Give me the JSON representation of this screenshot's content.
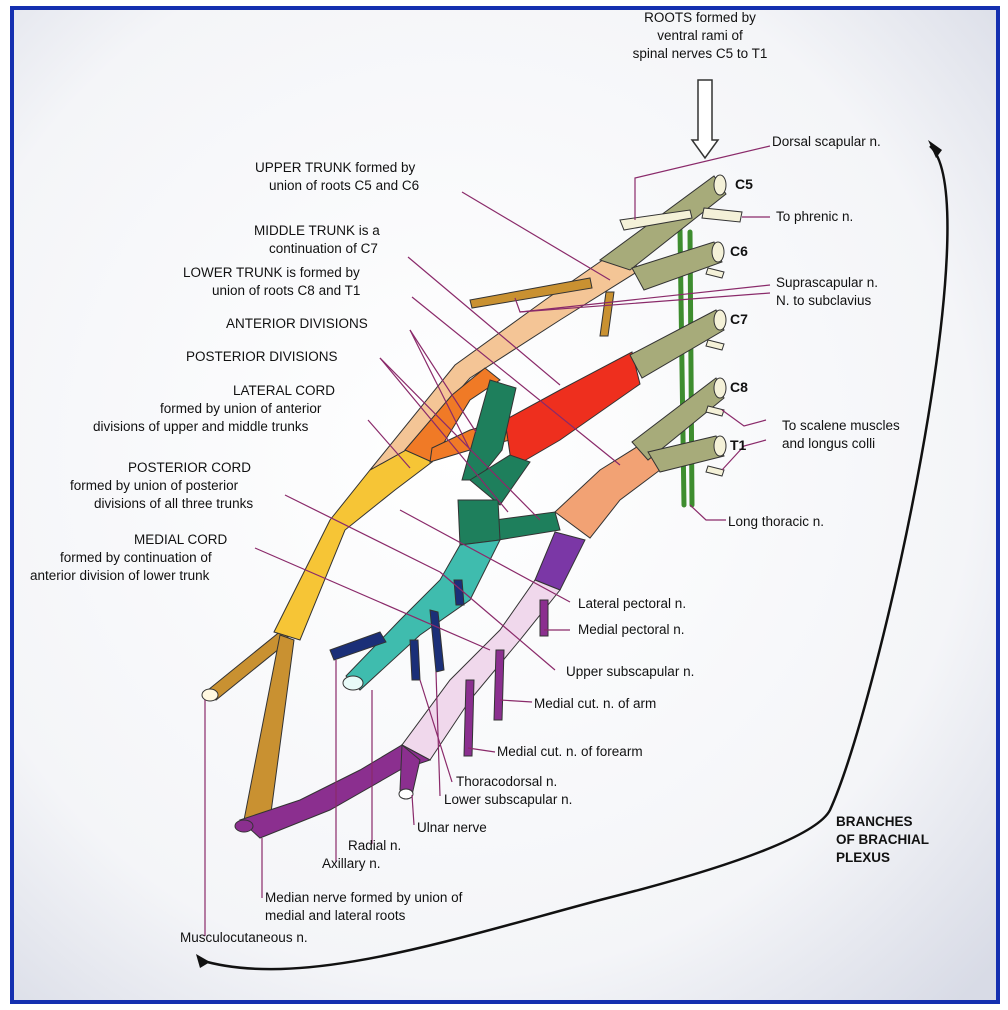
{
  "labels": {
    "roots": [
      "ROOTS formed by",
      "ventral rami of",
      "spinal nerves C5 to T1"
    ],
    "dorsal_scapular": "Dorsal scapular n.",
    "c5": "C5",
    "c6": "C6",
    "c7": "C7",
    "c8": "C8",
    "t1": "T1",
    "to_phrenic": "To phrenic n.",
    "suprascapular": "Suprascapular n.",
    "n_subclavius": "N. to subclavius",
    "scalene": [
      "To scalene muscles",
      "and longus colli"
    ],
    "long_thoracic": "Long thoracic n.",
    "upper_trunk": [
      "UPPER TRUNK formed by",
      "union of roots C5 and C6"
    ],
    "middle_trunk": [
      "MIDDLE TRUNK is a",
      "continuation of C7"
    ],
    "lower_trunk": [
      "LOWER TRUNK is formed by",
      "union of roots C8 and T1"
    ],
    "anterior_divisions": "ANTERIOR DIVISIONS",
    "posterior_divisions": "POSTERIOR DIVISIONS",
    "lateral_cord": [
      "LATERAL CORD",
      "formed by union of anterior",
      "divisions of upper and middle trunks"
    ],
    "posterior_cord": [
      "POSTERIOR CORD",
      "formed by union of posterior",
      "divisions of all three trunks"
    ],
    "medial_cord": [
      "MEDIAL CORD",
      "formed by continuation of",
      "anterior division of lower trunk"
    ],
    "lateral_pectoral": "Lateral pectoral n.",
    "medial_pectoral": "Medial pectoral n.",
    "upper_subscapular": "Upper subscapular n.",
    "medial_cut_arm": "Medial cut. n. of arm",
    "medial_cut_forearm": "Medial cut. n. of forearm",
    "thoracodorsal": "Thoracodorsal n.",
    "lower_subscapular": "Lower subscapular n.",
    "ulnar": "Ulnar nerve",
    "radial": "Radial n.",
    "axillary": "Axillary n.",
    "median": [
      "Median nerve formed by union of",
      "medial and lateral roots"
    ],
    "musculocutaneous": "Musculocutaneous n.",
    "branches": [
      "BRANCHES",
      "OF BRACHIAL",
      "PLEXUS"
    ]
  },
  "colors": {
    "root": "#a7ab7a",
    "upper_trunk": "#f4c596",
    "middle_trunk": "#ee2f1e",
    "lower_trunk": "#f2a274",
    "anterior_division": "#f07a26",
    "posterior_division": "#1e7f5c",
    "lateral_cord": "#f6c536",
    "posterior_cord": "#3fbcae",
    "medial_cord": "#7b37a6",
    "musculocutaneous": "#c99131",
    "median": "#8b2f8f",
    "radial_axillary": "#1b2f78",
    "medial_cord_branch": "#f0d8ec",
    "sympathetic": "#3e8d2f",
    "leader_line": "#8a2a6a",
    "border": "#1530b0"
  }
}
